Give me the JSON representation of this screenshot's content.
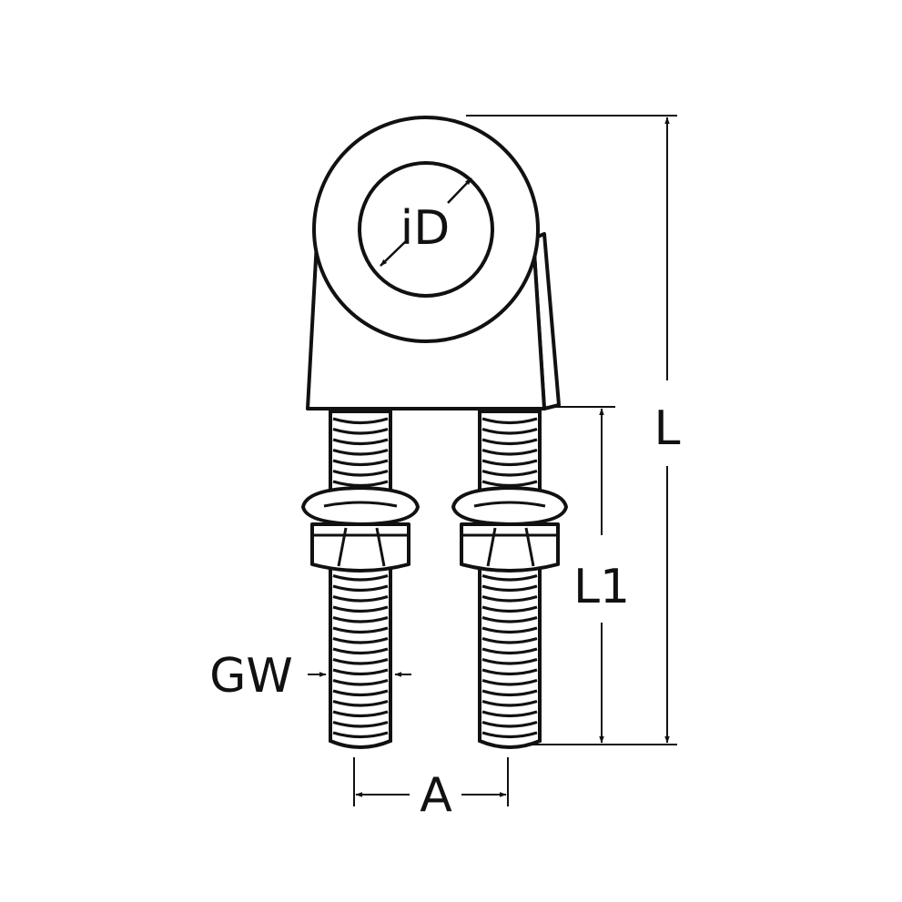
{
  "drawing": {
    "labels": {
      "inner_diameter": "iD",
      "length": "L",
      "thread_length": "L1",
      "thread_size": "GW",
      "bolt_spacing": "A"
    },
    "colors": {
      "line": "#111111",
      "background": "#ffffff"
    }
  }
}
